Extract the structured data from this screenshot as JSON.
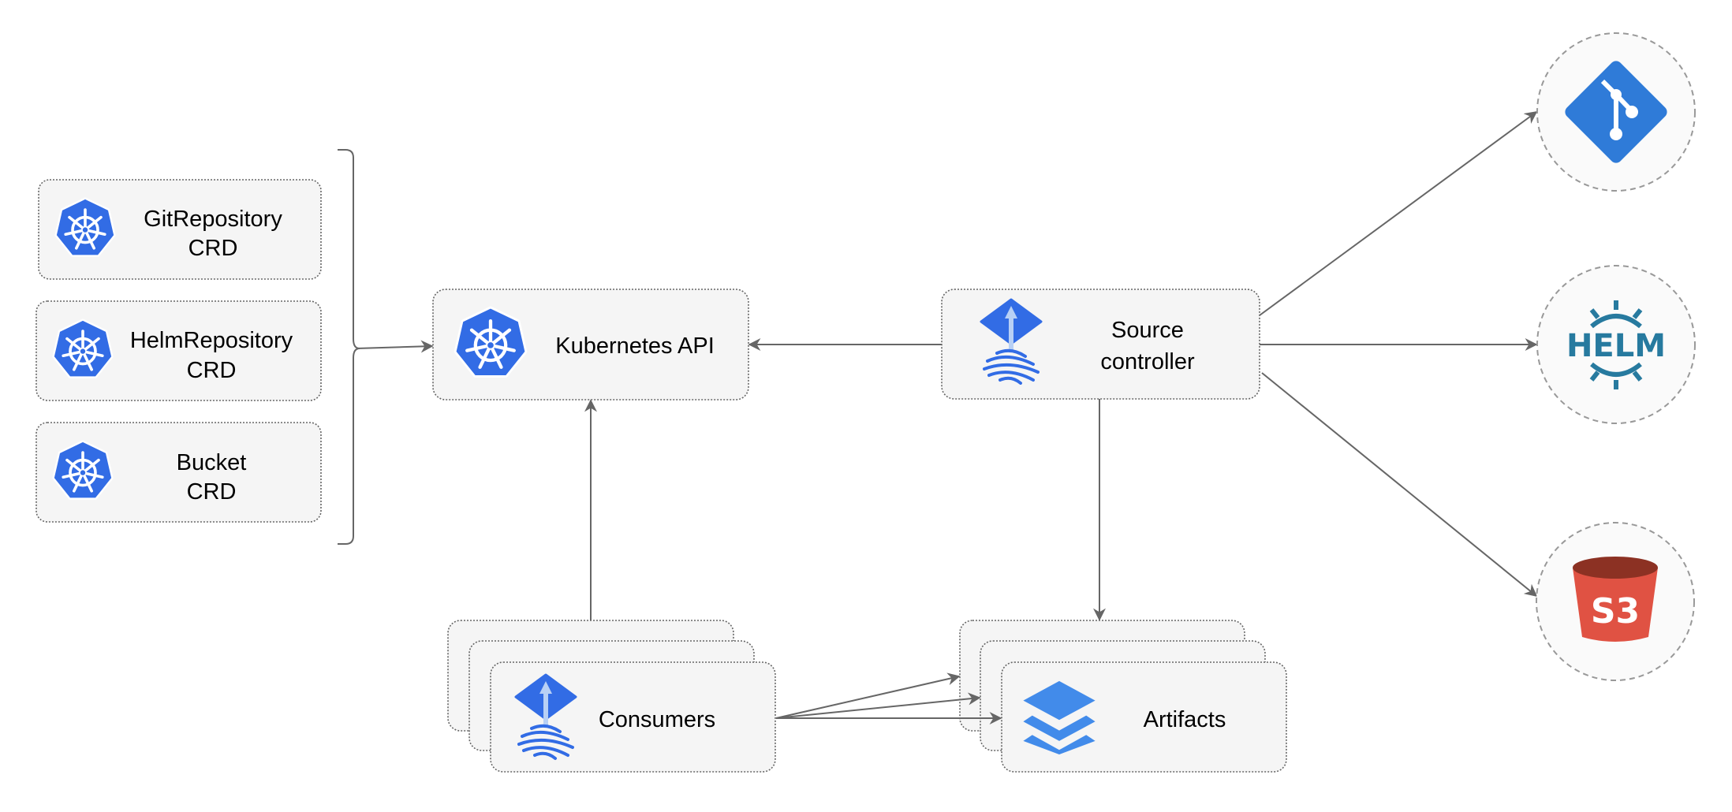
{
  "crds": [
    {
      "line1": "GitRepository",
      "line2": "CRD"
    },
    {
      "line1": "HelmRepository",
      "line2": "CRD"
    },
    {
      "line1": "Bucket",
      "line2": "CRD"
    }
  ],
  "kubernetes_api": {
    "label": "Kubernetes API",
    "icon": "kubernetes-icon"
  },
  "source_controller": {
    "line1": "Source",
    "line2": "controller",
    "icon": "flux-icon"
  },
  "consumers": {
    "label": "Consumers",
    "icon": "flux-icon"
  },
  "artifacts": {
    "label": "Artifacts",
    "icon": "layers-icon"
  },
  "sources": [
    {
      "icon": "git-icon"
    },
    {
      "icon": "helm-icon",
      "text": "HELM"
    },
    {
      "icon": "s3-icon",
      "text": "S3"
    }
  ],
  "colors": {
    "kubernetes_blue": "#326ce5",
    "git_blue": "#2f7bd8",
    "helm_teal": "#277a9f",
    "s3_red": "#e05243",
    "s3_dark": "#8c3123",
    "layers_blue": "#428bea",
    "edge_gray": "#666666"
  }
}
